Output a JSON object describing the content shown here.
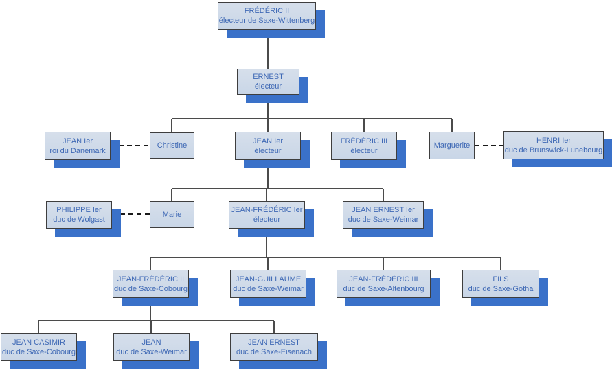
{
  "diagram": {
    "kind": "family-tree-org-chart",
    "background_color": "#ffffff",
    "colors": {
      "node_fill": "#ccd8e8",
      "node_border": "#3e3e3e",
      "node_shadow": "#3a71c9",
      "node_text": "#3f69b5",
      "connector_solid": "#4b4b4b",
      "connector_dashed": "#1a1a1a"
    },
    "nodes": {
      "frederic_ii": {
        "name": "FRÉDÉRIC II",
        "title": "électeur de Saxe-Wittenberg"
      },
      "ernest": {
        "name": "ERNEST",
        "title": "électeur"
      },
      "jean_ier_danemark": {
        "name": "JEAN Ier",
        "title": "roi du Danemark"
      },
      "christine": {
        "name": "Christine"
      },
      "jean_ier_electeur": {
        "name": "JEAN Ier",
        "title": "électeur"
      },
      "frederic_iii": {
        "name": "FRÉDÉRIC III",
        "title": "électeur"
      },
      "marguerite": {
        "name": "Marguerite"
      },
      "henri_ier": {
        "name": "HENRI Ier",
        "title": "duc de Brunswick-Lunebourg"
      },
      "philippe_ier": {
        "name": "PHILIPPE Ier",
        "title": "duc de Wolgast"
      },
      "marie": {
        "name": "Marie"
      },
      "jean_frederic_ier": {
        "name": "JEAN-FRÉDÉRIC Ier",
        "title": "électeur"
      },
      "jean_ernest_ier": {
        "name": "JEAN ERNEST Ier",
        "title": "duc de Saxe-Weimar"
      },
      "jean_frederic_ii": {
        "name": "JEAN-FRÉDÉRIC II",
        "title": "duc de Saxe-Cobourg"
      },
      "jean_guillaume": {
        "name": "JEAN-GUILLAUME",
        "title": "duc de Saxe-Weimar"
      },
      "jean_frederic_iii": {
        "name": "JEAN-FRÉDÉRIC III",
        "title": "duc de Saxe-Altenbourg"
      },
      "fils": {
        "name": "FILS",
        "title": "duc de Saxe-Gotha"
      },
      "jean_casimir": {
        "name": "JEAN CASIMIR",
        "title": "duc de Saxe-Cobourg"
      },
      "jean": {
        "name": "JEAN",
        "title": "duc de Saxe-Weimar"
      },
      "jean_ernest": {
        "name": "JEAN ERNEST",
        "title": "duc de Saxe-Eisenach"
      }
    }
  }
}
